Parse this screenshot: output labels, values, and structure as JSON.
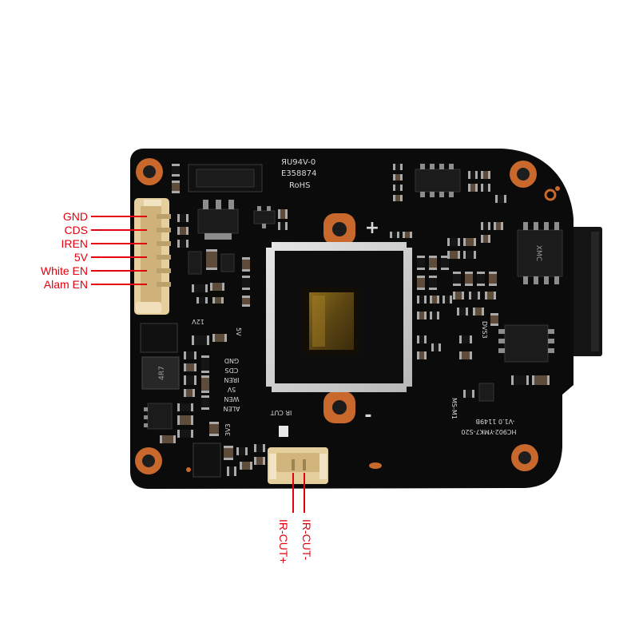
{
  "left_connector": {
    "pins": [
      {
        "label": "GND"
      },
      {
        "label": "CDS"
      },
      {
        "label": "IREN"
      },
      {
        "label": "5V"
      },
      {
        "label": "White EN"
      },
      {
        "label": "Alam EN"
      }
    ]
  },
  "bottom_connector": {
    "pins": [
      {
        "label": "IR-CUT+"
      },
      {
        "label": "IR-CUT-"
      }
    ]
  },
  "silkscreen": {
    "ul_mark": "ЯU94V-0",
    "ul_file": "E358874",
    "rohs": "RoHS",
    "plus": "+",
    "minus": "-",
    "v12": "12V",
    "v5": "5V",
    "pin_names": [
      "GND",
      "CDS",
      "IREN",
      "5V",
      "WEN",
      "ALEN"
    ],
    "ir_cut": "IR CUT",
    "v3v3": "3V3",
    "inductor": "4R7",
    "flash_brand": "XMC",
    "dvs": "DVS3",
    "module": "MS-M1",
    "version": "-V1.0  1149B",
    "model": "HC902-YMK7-S20"
  },
  "colors": {
    "label": "#e3000f",
    "board": "#0b0b0b",
    "copper": "#c8682c",
    "connector": "#e6cf9f",
    "silkscreen": "#d9d9d9"
  }
}
